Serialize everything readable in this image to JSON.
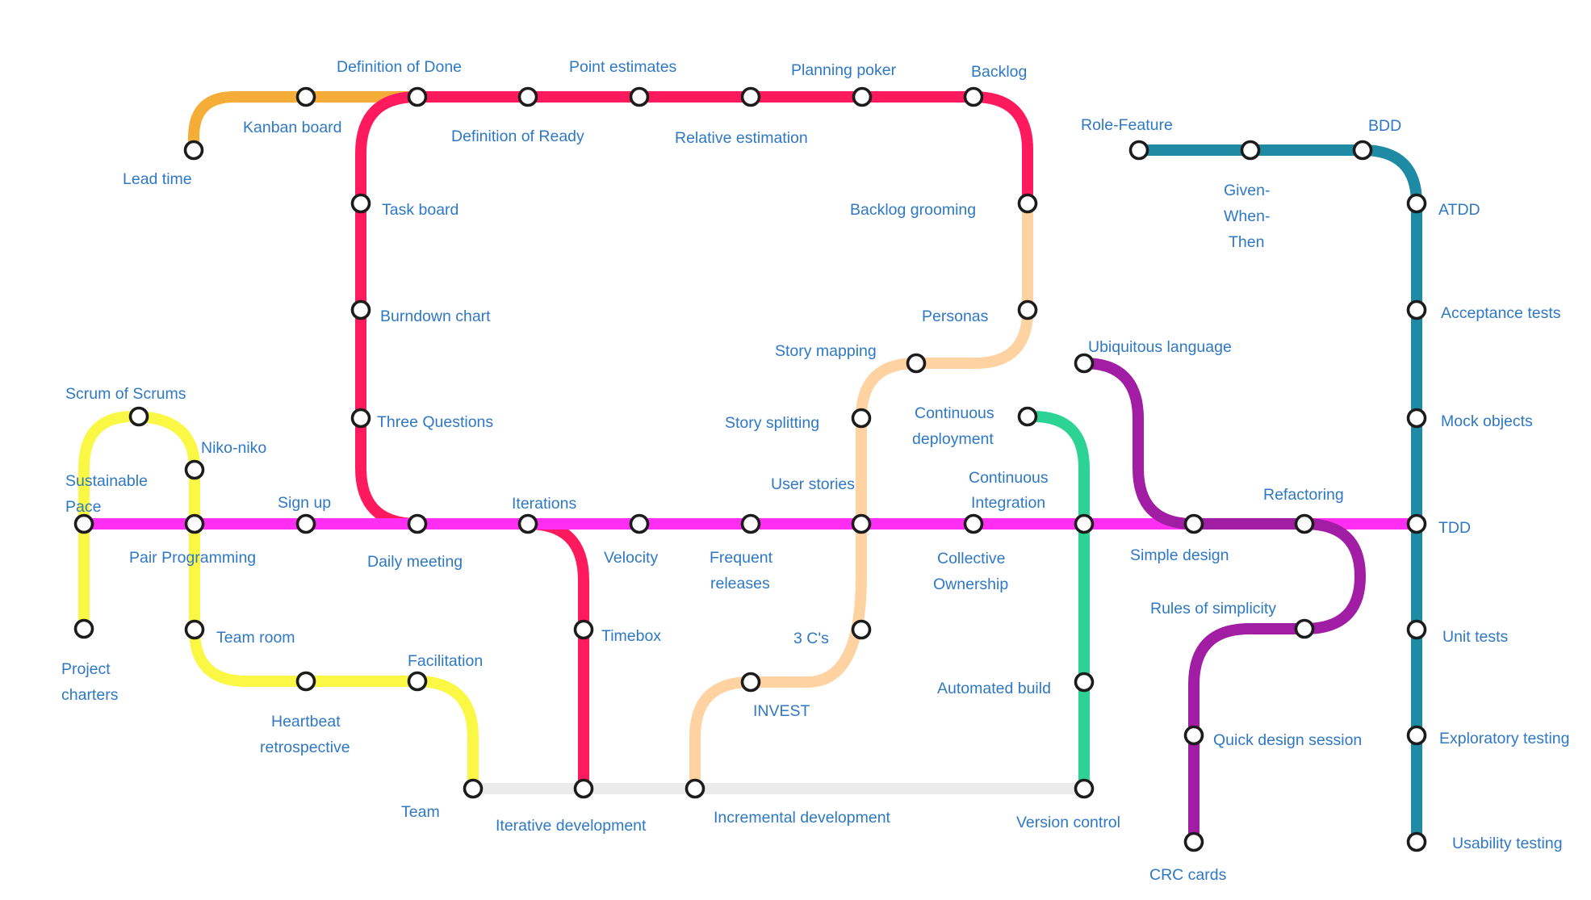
{
  "colors": {
    "magenta": "#ff2ef2",
    "crimson": "#ff1a5e",
    "orange": "#f5ad38",
    "peach": "#ffd2a1",
    "yellow": "#faf845",
    "green": "#2dd394",
    "teal": "#1f8aa3",
    "purple": "#a11ea4",
    "grey": "#ebebeb",
    "label": "#2e78c4"
  },
  "stations": {
    "lead_time": "Lead time",
    "kanban_board": "Kanban board",
    "definition_of_done": "Definition of Done",
    "definition_of_ready": "Definition of Ready",
    "point_estimates": "Point estimates",
    "relative_estimation": "Relative estimation",
    "planning_poker": "Planning poker",
    "backlog": "Backlog",
    "backlog_grooming": "Backlog grooming",
    "personas": "Personas",
    "story_mapping": "Story mapping",
    "story_splitting": "Story splitting",
    "task_board": "Task board",
    "burndown_chart": "Burndown chart",
    "three_questions": "Three Questions",
    "role_feature": "Role-Feature",
    "given_when_then": [
      "Given-",
      "When-",
      "Then"
    ],
    "bdd": "BDD",
    "atdd": "ATDD",
    "acceptance_tests": "Acceptance tests",
    "mock_objects": "Mock objects",
    "tdd": "TDD",
    "unit_tests": "Unit tests",
    "exploratory_testing": "Exploratory testing",
    "usability_testing": "Usability testing",
    "ubiquitous_language": "Ubiquitous language",
    "continuous_deployment": [
      "Continuous",
      "deployment"
    ],
    "continuous_integration": [
      "Continuous",
      "Integration"
    ],
    "scrum_of_scrums": "Scrum of Scrums",
    "niko_niko": "Niko-niko",
    "sustainable_pace": [
      "Sustainable",
      "Pace"
    ],
    "sign_up": "Sign up",
    "iterations": "Iterations",
    "user_stories": "User stories",
    "refactoring": "Refactoring",
    "pair_programming": "Pair Programming",
    "daily_meeting": "Daily meeting",
    "velocity": "Velocity",
    "frequent_releases": [
      "Frequent",
      "releases"
    ],
    "collective_ownership": [
      "Collective",
      "Ownership"
    ],
    "simple_design": "Simple design",
    "rules_of_simplicity": "Rules of simplicity",
    "project_charters": [
      "Project",
      "charters"
    ],
    "team_room": "Team room",
    "timebox": "Timebox",
    "three_cs": "3 C's",
    "facilitation": "Facilitation",
    "heartbeat_retrospective": [
      "Heartbeat",
      "retrospective"
    ],
    "invest": "INVEST",
    "automated_build": "Automated build",
    "quick_design_session": "Quick design session",
    "team": "Team",
    "iterative_development": "Iterative development",
    "incremental_development": "Incremental development",
    "version_control": "Version control",
    "crc_cards": "CRC cards"
  }
}
